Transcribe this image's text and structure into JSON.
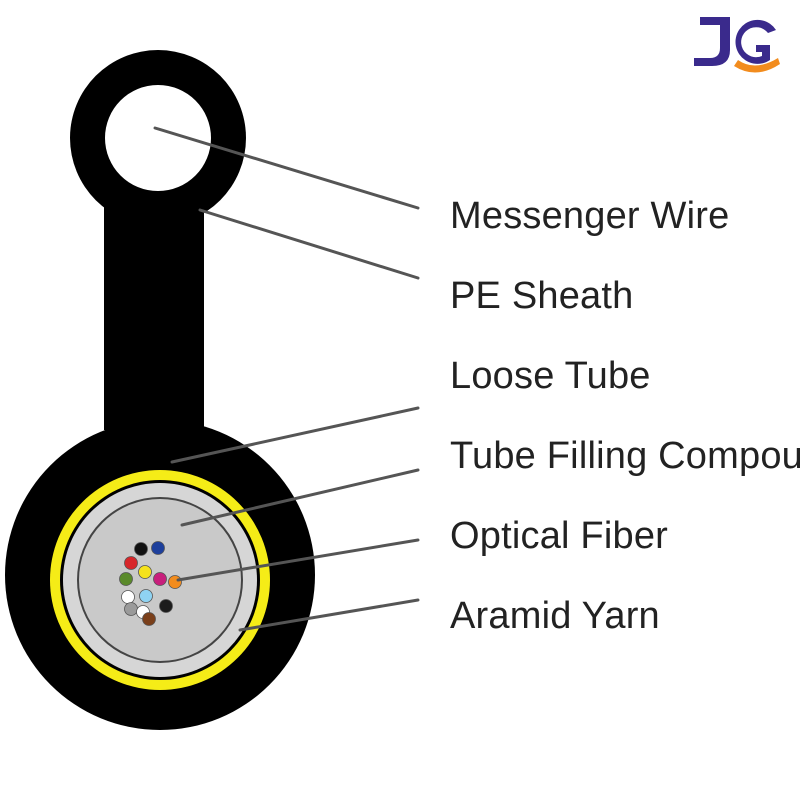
{
  "logo": {
    "text": "JG",
    "colors": {
      "primary": "#3a2a8c",
      "accent": "#f28c1e"
    }
  },
  "colors": {
    "sheath": "#000000",
    "aramid_yarn": "#f5ec17",
    "loose_tube": "#d6d6d6",
    "filling_compound": "#c4c4c4",
    "messenger_wire": "#ffffff",
    "leader_line": "#555555",
    "label_text": "#222222"
  },
  "labels": [
    "Messenger Wire",
    "PE Sheath",
    "Loose Tube",
    "Tube Filling Compound",
    "Optical Fiber",
    "Aramid Yarn"
  ],
  "fiber_colors": [
    "#d7262a",
    "#111111",
    "#1d3f9c",
    "#5a8a2a",
    "#f5e21c",
    "#c81f7c",
    "#f28c1e",
    "#ffffff",
    "#8fd3f2",
    "#9a9a9a",
    "#1c1c1c",
    "#ffffff",
    "#7a3f1a"
  ]
}
